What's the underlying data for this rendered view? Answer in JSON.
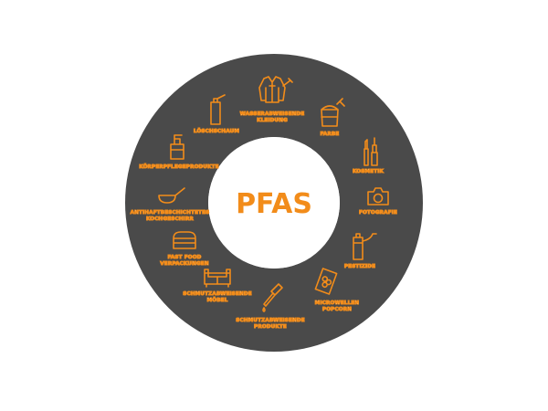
{
  "center_label": "PFAS",
  "colors": {
    "ring": "#4a4a4a",
    "accent": "#f28c1a",
    "label": "#ffffff",
    "background": "#ffffff"
  },
  "items": [
    {
      "icon": "jacket-icon",
      "lines": [
        "WASSERABWEISENDE",
        "KLEIDUNG"
      ]
    },
    {
      "icon": "paint-bucket-icon",
      "lines": [
        "FARBE"
      ]
    },
    {
      "icon": "cosmetics-icon",
      "lines": [
        "KOSMETIK"
      ]
    },
    {
      "icon": "camera-icon",
      "lines": [
        "FOTOGRAFIE"
      ]
    },
    {
      "icon": "sprayer-icon",
      "lines": [
        "PESTIZIDE"
      ]
    },
    {
      "icon": "popcorn-bag-icon",
      "lines": [
        "MICROWELLEN",
        "POPCORN"
      ]
    },
    {
      "icon": "dropper-icon",
      "lines": [
        "SCHMUTZABWEISENDE",
        "PRODUKTE"
      ]
    },
    {
      "icon": "sofa-icon",
      "lines": [
        "SCHMUTZABWEISENDE",
        "MÖBEL"
      ]
    },
    {
      "icon": "food-box-icon",
      "lines": [
        "FAST FOOD",
        "VERPACKUNGEN"
      ]
    },
    {
      "icon": "frying-pan-icon",
      "lines": [
        "ANTIHAFTBESCHICHTETES",
        "KOCHGESCHIRR"
      ]
    },
    {
      "icon": "lotion-bottle-icon",
      "lines": [
        "KÖRPERPFLEGEPRODUKTE"
      ]
    },
    {
      "icon": "fire-extinguisher-icon",
      "lines": [
        "LÖSCHSCHAUM"
      ]
    }
  ]
}
